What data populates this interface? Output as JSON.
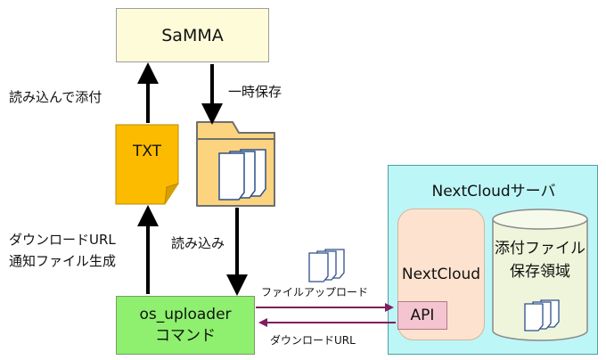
{
  "nodes": {
    "samma": "SaMMA",
    "txt": "TXT",
    "uploader_line1": "os_uploader",
    "uploader_line2": "コマンド",
    "server_title": "NextCloudサーバ",
    "nextcloud": "NextCloud",
    "api": "API",
    "storage_line1": "添付ファイル",
    "storage_line2": "保存領域"
  },
  "edges": {
    "read_attach": "読み込んで添付",
    "temp_save": "一時保存",
    "read_in": "読み込み",
    "download_url_line1": "ダウンロードURL",
    "download_url_line2": "通知ファイル生成",
    "file_upload": "ファイルアップロード",
    "download_url": "ダウンロードURL"
  },
  "colors": {
    "samma_fill": "#fdfbd8",
    "txt_fill": "#fdbb00",
    "folder_fill": "#fcd47f",
    "uploader_fill": "#8ef06e",
    "server_fill": "#bdf6f6",
    "nextcloud_fill": "#fde3cf",
    "api_fill": "#f4c5d0",
    "storage_fill": "#eef5da",
    "flow_arrow": "#7e1f5f",
    "main_arrow": "#000000"
  },
  "icons": [
    "folder-icon",
    "document-stack-icon",
    "cylinder-icon"
  ]
}
